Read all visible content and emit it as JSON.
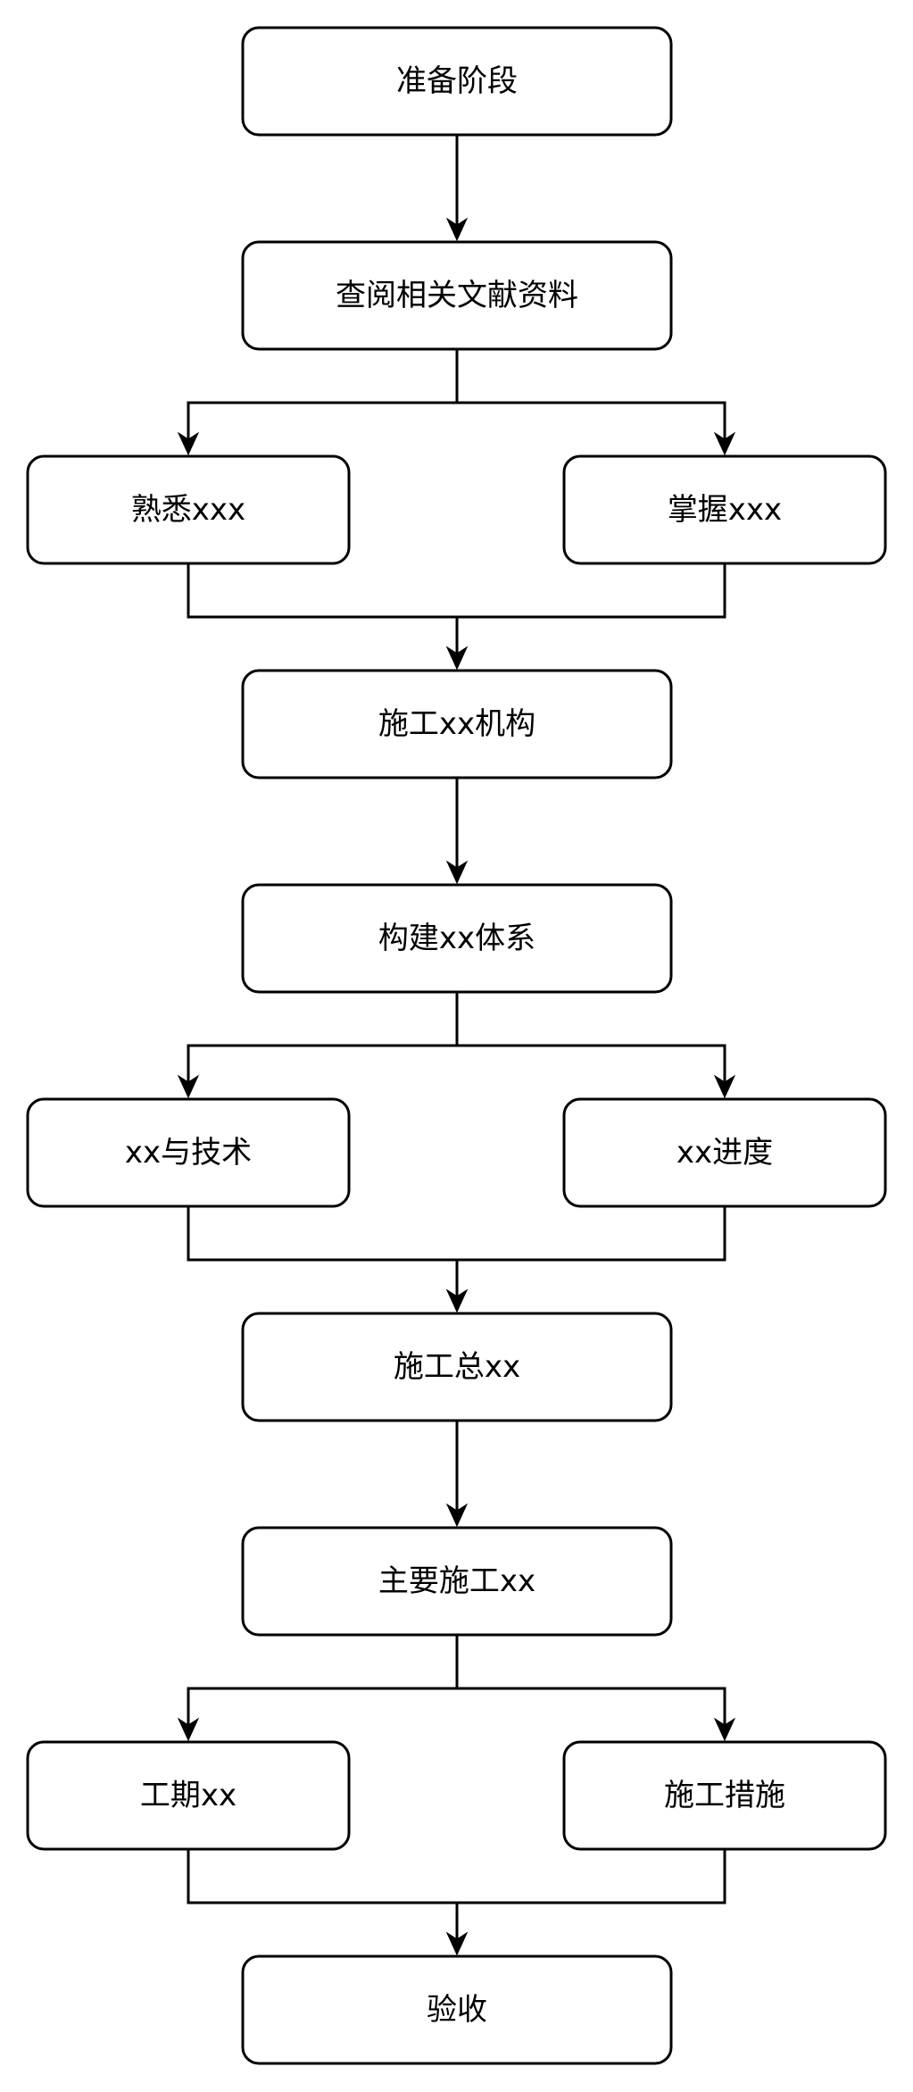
{
  "nodes": {
    "prep": "准备阶段",
    "lit": "查阅相关文献资料",
    "familiar": "熟悉xxx",
    "master": "掌握xxx",
    "org": "施工xx机构",
    "system": "构建xx体系",
    "tech": "xx与技术",
    "progress": "xx进度",
    "general": "施工总xx",
    "main": "主要施工xx",
    "period": "工期xx",
    "measures": "施工措施",
    "accept": "验收"
  },
  "edges": [
    {
      "from": "prep",
      "to": "lit"
    },
    {
      "from": "lit",
      "to": "familiar"
    },
    {
      "from": "lit",
      "to": "master"
    },
    {
      "from": "familiar",
      "to": "org"
    },
    {
      "from": "master",
      "to": "org"
    },
    {
      "from": "org",
      "to": "system"
    },
    {
      "from": "system",
      "to": "tech"
    },
    {
      "from": "system",
      "to": "progress"
    },
    {
      "from": "tech",
      "to": "general"
    },
    {
      "from": "progress",
      "to": "general"
    },
    {
      "from": "general",
      "to": "main"
    },
    {
      "from": "main",
      "to": "period"
    },
    {
      "from": "main",
      "to": "measures"
    },
    {
      "from": "period",
      "to": "accept"
    },
    {
      "from": "measures",
      "to": "accept"
    }
  ]
}
